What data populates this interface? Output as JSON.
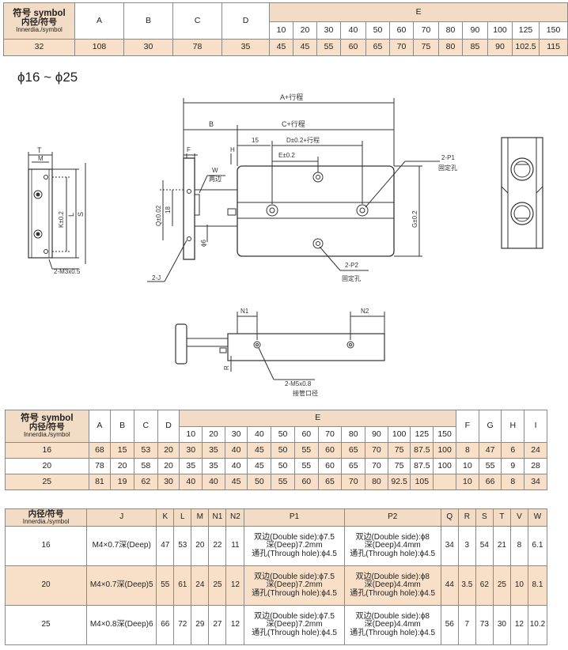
{
  "table1": {
    "symbol": "符号 symbol",
    "inner_cn": "内径/符号",
    "inner_en": "Innerdia./symbol",
    "cols": [
      "A",
      "B",
      "C",
      "D"
    ],
    "e_label": "E",
    "strokes": [
      "10",
      "20",
      "30",
      "40",
      "50",
      "60",
      "70",
      "80",
      "90",
      "100",
      "125",
      "150"
    ],
    "row": {
      "bore": "32",
      "a": "108",
      "b": "30",
      "c": "78",
      "d": "35",
      "e": [
        "45",
        "45",
        "55",
        "60",
        "65",
        "70",
        "75",
        "80",
        "85",
        "90",
        "102.5",
        "115"
      ]
    }
  },
  "range_title": "ϕ16 ~ ϕ25",
  "drawing": {
    "a_stroke": "A+行程",
    "b": "B",
    "c_stroke": "C+行程",
    "n15": "15",
    "d_stroke": "D±0.2+行程",
    "e_tol": "E±0.2",
    "f": "F",
    "h": "H",
    "w": "W",
    "two_sides": "两边",
    "q_tol": "Q±0.02",
    "n18": "18",
    "phi6": "ϕ6",
    "g_tol": "G±0.2",
    "p1": "2-P1",
    "p1_cn": "固定孔",
    "p2": "2-P2",
    "p2_cn": "固定孔",
    "j": "2-J",
    "t": "T",
    "m": "M",
    "k_tol": "K±0.2",
    "l": "L",
    "s": "S",
    "m3": "2-M3x0.5",
    "n1": "N1",
    "n2": "N2",
    "r": "R",
    "m5": "2-M5x0.8",
    "port": "接管口径"
  },
  "table2": {
    "symbol": "符号 symbol",
    "inner_cn": "内径/符号",
    "inner_en": "Innerdia./symbol",
    "cols_left": [
      "A",
      "B",
      "C",
      "D"
    ],
    "e_label": "E",
    "strokes": [
      "10",
      "20",
      "30",
      "40",
      "50",
      "60",
      "70",
      "80",
      "90",
      "100",
      "125",
      "150"
    ],
    "cols_right": [
      "F",
      "G",
      "H",
      "I"
    ],
    "rows": [
      {
        "bore": "16",
        "a": "68",
        "b": "15",
        "c": "53",
        "d": "20",
        "e": [
          "30",
          "35",
          "40",
          "45",
          "50",
          "55",
          "60",
          "65",
          "70",
          "75",
          "87.5",
          "100"
        ],
        "f": "8",
        "g": "47",
        "h": "6",
        "i": "24"
      },
      {
        "bore": "20",
        "a": "78",
        "b": "20",
        "c": "58",
        "d": "20",
        "e": [
          "35",
          "35",
          "40",
          "45",
          "50",
          "55",
          "60",
          "65",
          "70",
          "75",
          "87.5",
          "100"
        ],
        "f": "10",
        "g": "55",
        "h": "9",
        "i": "28"
      },
      {
        "bore": "25",
        "a": "81",
        "b": "19",
        "c": "62",
        "d": "30",
        "e": [
          "40",
          "40",
          "45",
          "50",
          "55",
          "60",
          "65",
          "70",
          "80",
          "92.5",
          "105",
          ""
        ],
        "f": "10",
        "g": "66",
        "h": "8",
        "i": "34"
      }
    ]
  },
  "table3": {
    "inner_cn": "内径/符号",
    "inner_en": "Innerdia./symbol",
    "headers": [
      "J",
      "K",
      "L",
      "M",
      "N1",
      "N2",
      "P1",
      "P2",
      "Q",
      "R",
      "S",
      "T",
      "V",
      "W"
    ],
    "rows": [
      {
        "bore": "16",
        "j": "M4×0.7深(Deep)",
        "k": "47",
        "l": "53",
        "m": "20",
        "n1": "22",
        "n2": "11",
        "p1": [
          "双边(Double side):ϕ7.5",
          "深(Deep)7.2mm",
          "通孔(Through hole):ϕ4.5"
        ],
        "p2": [
          "双边(Double side):ϕ8",
          "深(Deep)4.4mm",
          "通孔(Through hole):ϕ4.5"
        ],
        "q": "34",
        "r": "3",
        "s": "54",
        "t": "21",
        "v": "8",
        "w": "6.1"
      },
      {
        "bore": "20",
        "j": "M4×0.7深(Deep)5",
        "k": "55",
        "l": "61",
        "m": "24",
        "n1": "25",
        "n2": "12",
        "p1": [
          "双边(Double side):ϕ7.5",
          "深(Deep)7.2mm",
          "通孔(Through hole):ϕ4.5"
        ],
        "p2": [
          "双边(Double side):ϕ8",
          "深(Deep)4.4mm",
          "通孔(Through hole):ϕ4.5"
        ],
        "q": "44",
        "r": "3.5",
        "s": "62",
        "t": "25",
        "v": "10",
        "w": "8.1"
      },
      {
        "bore": "25",
        "j": "M4×0.8深(Deep)6",
        "k": "66",
        "l": "72",
        "m": "29",
        "n1": "27",
        "n2": "12",
        "p1": [
          "双边(Double side):ϕ7.5",
          "深(Deep)7.2mm",
          "通孔(Through hole):ϕ4.5"
        ],
        "p2": [
          "双边(Double side):ϕ8",
          "深(Deep)4.4mm",
          "通孔(Through hole):ϕ4.5"
        ],
        "q": "56",
        "r": "7",
        "s": "73",
        "t": "30",
        "v": "12",
        "w": "10.2"
      }
    ]
  }
}
